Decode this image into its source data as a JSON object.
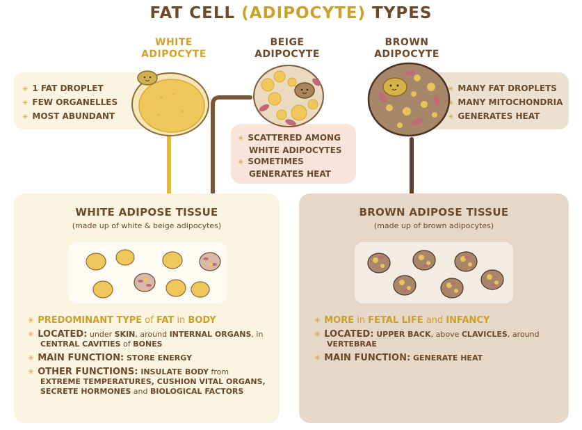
{
  "title": {
    "part1": "FAT CELL ",
    "part2": "(ADIPOCYTE)",
    "part3": " TYPES"
  },
  "cells": {
    "white": {
      "line1": "WHITE",
      "line2": "ADIPOCYTE"
    },
    "beige": {
      "line1": "BEIGE",
      "line2": "ADIPOCYTE"
    },
    "brown": {
      "line1": "BROWN",
      "line2": "ADIPOCYTE"
    }
  },
  "white_info": [
    "1 FAT DROPLET",
    "FEW ORGANELLES",
    "MOST ABUNDANT"
  ],
  "beige_info": [
    "SCATTERED AMONG WHITE ADIPOCYTES",
    "SOMETIMES GENERATES HEAT"
  ],
  "brown_info": [
    "MANY FAT DROPLETS",
    "MANY MITOCHONDRIA",
    "GENERATES HEAT"
  ],
  "white_tissue": {
    "title": "WHITE ADIPOSE TISSUE",
    "subtitle": "(made up of white & beige adipocytes)",
    "f1": {
      "a": "PREDOMINANT TYPE",
      "b": " of ",
      "c": "FAT",
      "d": " in ",
      "e": "BODY"
    },
    "f2": {
      "lead": "LOCATED:",
      "a": " under ",
      "b": "SKIN",
      "c": ", around ",
      "d": "INTERNAL ORGANS",
      "e": ", in ",
      "f": "CENTRAL CAVITIES",
      "g": " of ",
      "h": "BONES"
    },
    "f3": {
      "lead": "MAIN FUNCTION:",
      "a": " STORE ENERGY"
    },
    "f4": {
      "lead": "OTHER FUNCTIONS:",
      "a": " INSULATE BODY",
      "b": " from ",
      "c": "EXTREME TEMPERATURES, CUSHION VITAL ORGANS, SECRETE HORMONES",
      "d": " and ",
      "e": "BIOLOGICAL FACTORS"
    }
  },
  "brown_tissue": {
    "title": "BROWN ADIPOSE TISSUE",
    "subtitle": "(made up of brown adipocytes)",
    "f1": {
      "a": "MORE",
      "b": " in ",
      "c": "FETAL LIFE",
      "d": " and ",
      "e": "INFANCY"
    },
    "f2": {
      "lead": "LOCATED:",
      "a": " UPPER BACK",
      "b": ", above ",
      "c": "CLAVICLES",
      "d": ", around ",
      "e": "VERTEBRAE"
    },
    "f3": {
      "lead": "MAIN FUNCTION:",
      "a": " GENERATE HEAT"
    }
  },
  "colors": {
    "brown_text": "#6b4a2b",
    "gold": "#c9a12b",
    "white_fat": "#f0c75a",
    "brown_cell": "#a8866a"
  }
}
